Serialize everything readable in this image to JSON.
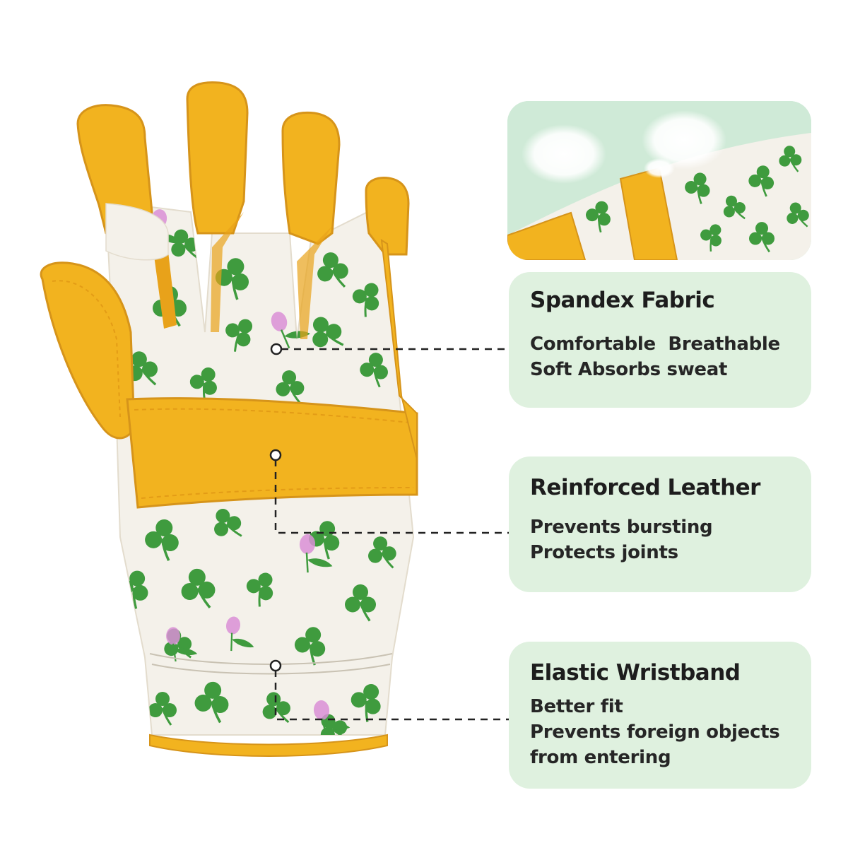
{
  "features": [
    {
      "title": "Spandex Fabric",
      "lines": [
        "Comfortable  Breathable",
        "Soft Absorbs sweat"
      ]
    },
    {
      "title": "Reinforced Leather",
      "lines": [
        "Prevents bursting",
        "Protects joints"
      ]
    },
    {
      "title": "Elastic Wristband",
      "lines": [
        "Better fit",
        "Prevents foreign objects",
        "from entering"
      ]
    }
  ],
  "colors": {
    "card_bg": "#dff1df",
    "leather": "#f2b31f",
    "leather_light": "#f8cf54",
    "fabric": "#f4f1ea",
    "clover": "#3f9b3e",
    "flower": "#d98fd6",
    "text": "#1d1d1d"
  },
  "icons": [
    "clover-icon",
    "clover-flower-icon",
    "callout-dot-icon"
  ]
}
